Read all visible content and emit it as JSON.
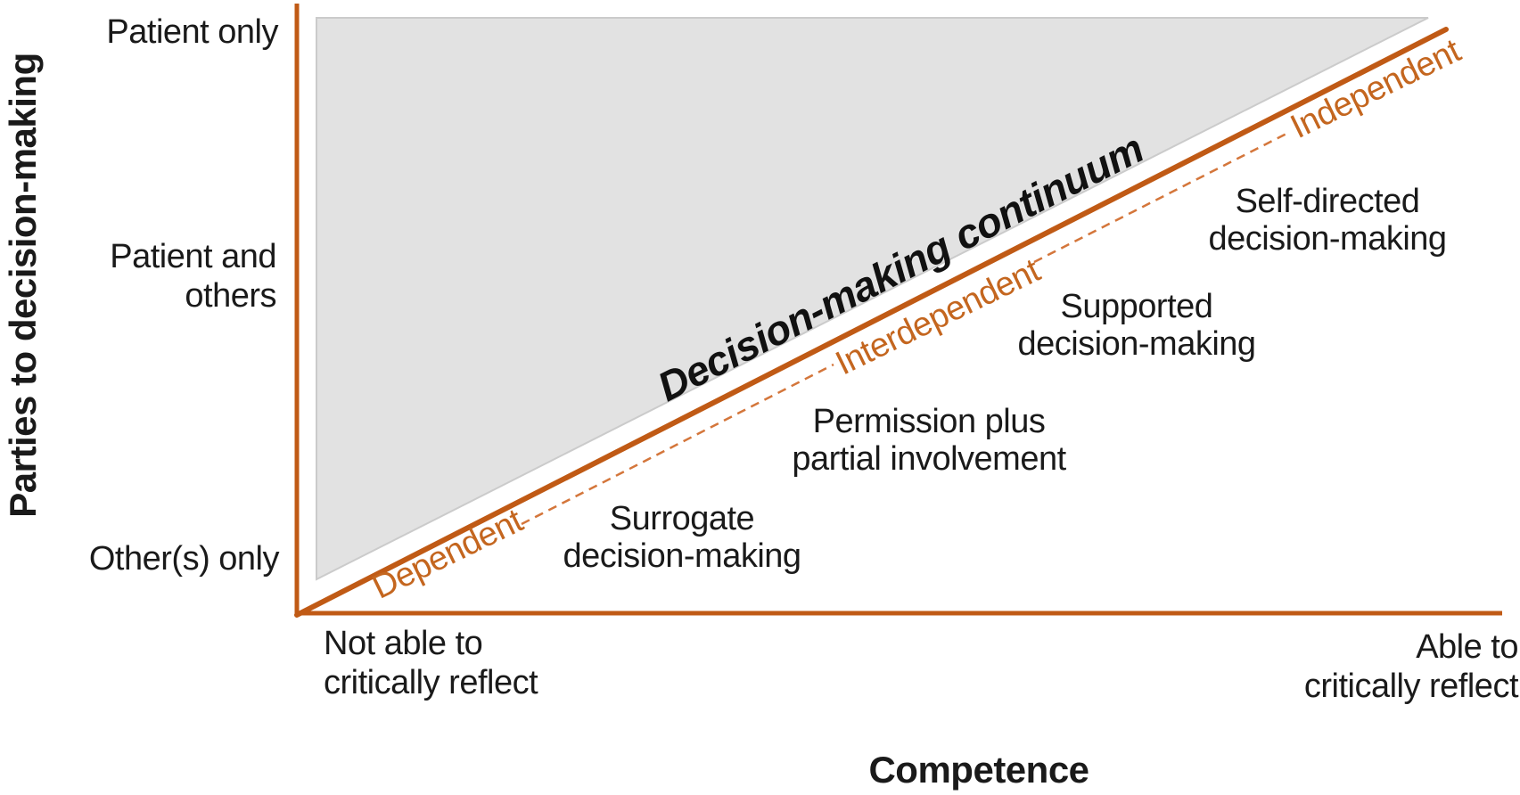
{
  "colors": {
    "axis": "#C05A15",
    "dashed": "#D4763B",
    "orange-text": "#C4661F",
    "gray-fill": "#E2E2E2",
    "gray-stroke": "#CBCBCB",
    "text": "#1A1A1A"
  },
  "y_axis": {
    "title": "Parties to decision-making",
    "ticks": [
      {
        "lines": [
          "Patient only"
        ]
      },
      {
        "lines": [
          "Patient and",
          "others"
        ]
      },
      {
        "lines": [
          "Other(s) only"
        ]
      }
    ]
  },
  "x_axis": {
    "title": "Competence",
    "ticks": [
      {
        "lines": [
          "Not able to",
          "critically reflect"
        ]
      },
      {
        "lines": [
          "Able to",
          "critically reflect"
        ]
      }
    ]
  },
  "continuum": {
    "title": "Decision-making continuum",
    "levels": [
      "Dependent",
      "Interdependent",
      "Independent"
    ]
  },
  "stages": [
    {
      "lines": [
        "Surrogate",
        "decision-making"
      ]
    },
    {
      "lines": [
        "Permission plus",
        "partial involvement"
      ]
    },
    {
      "lines": [
        "Supported",
        "decision-making"
      ]
    },
    {
      "lines": [
        "Self-directed",
        "decision-making"
      ]
    }
  ]
}
